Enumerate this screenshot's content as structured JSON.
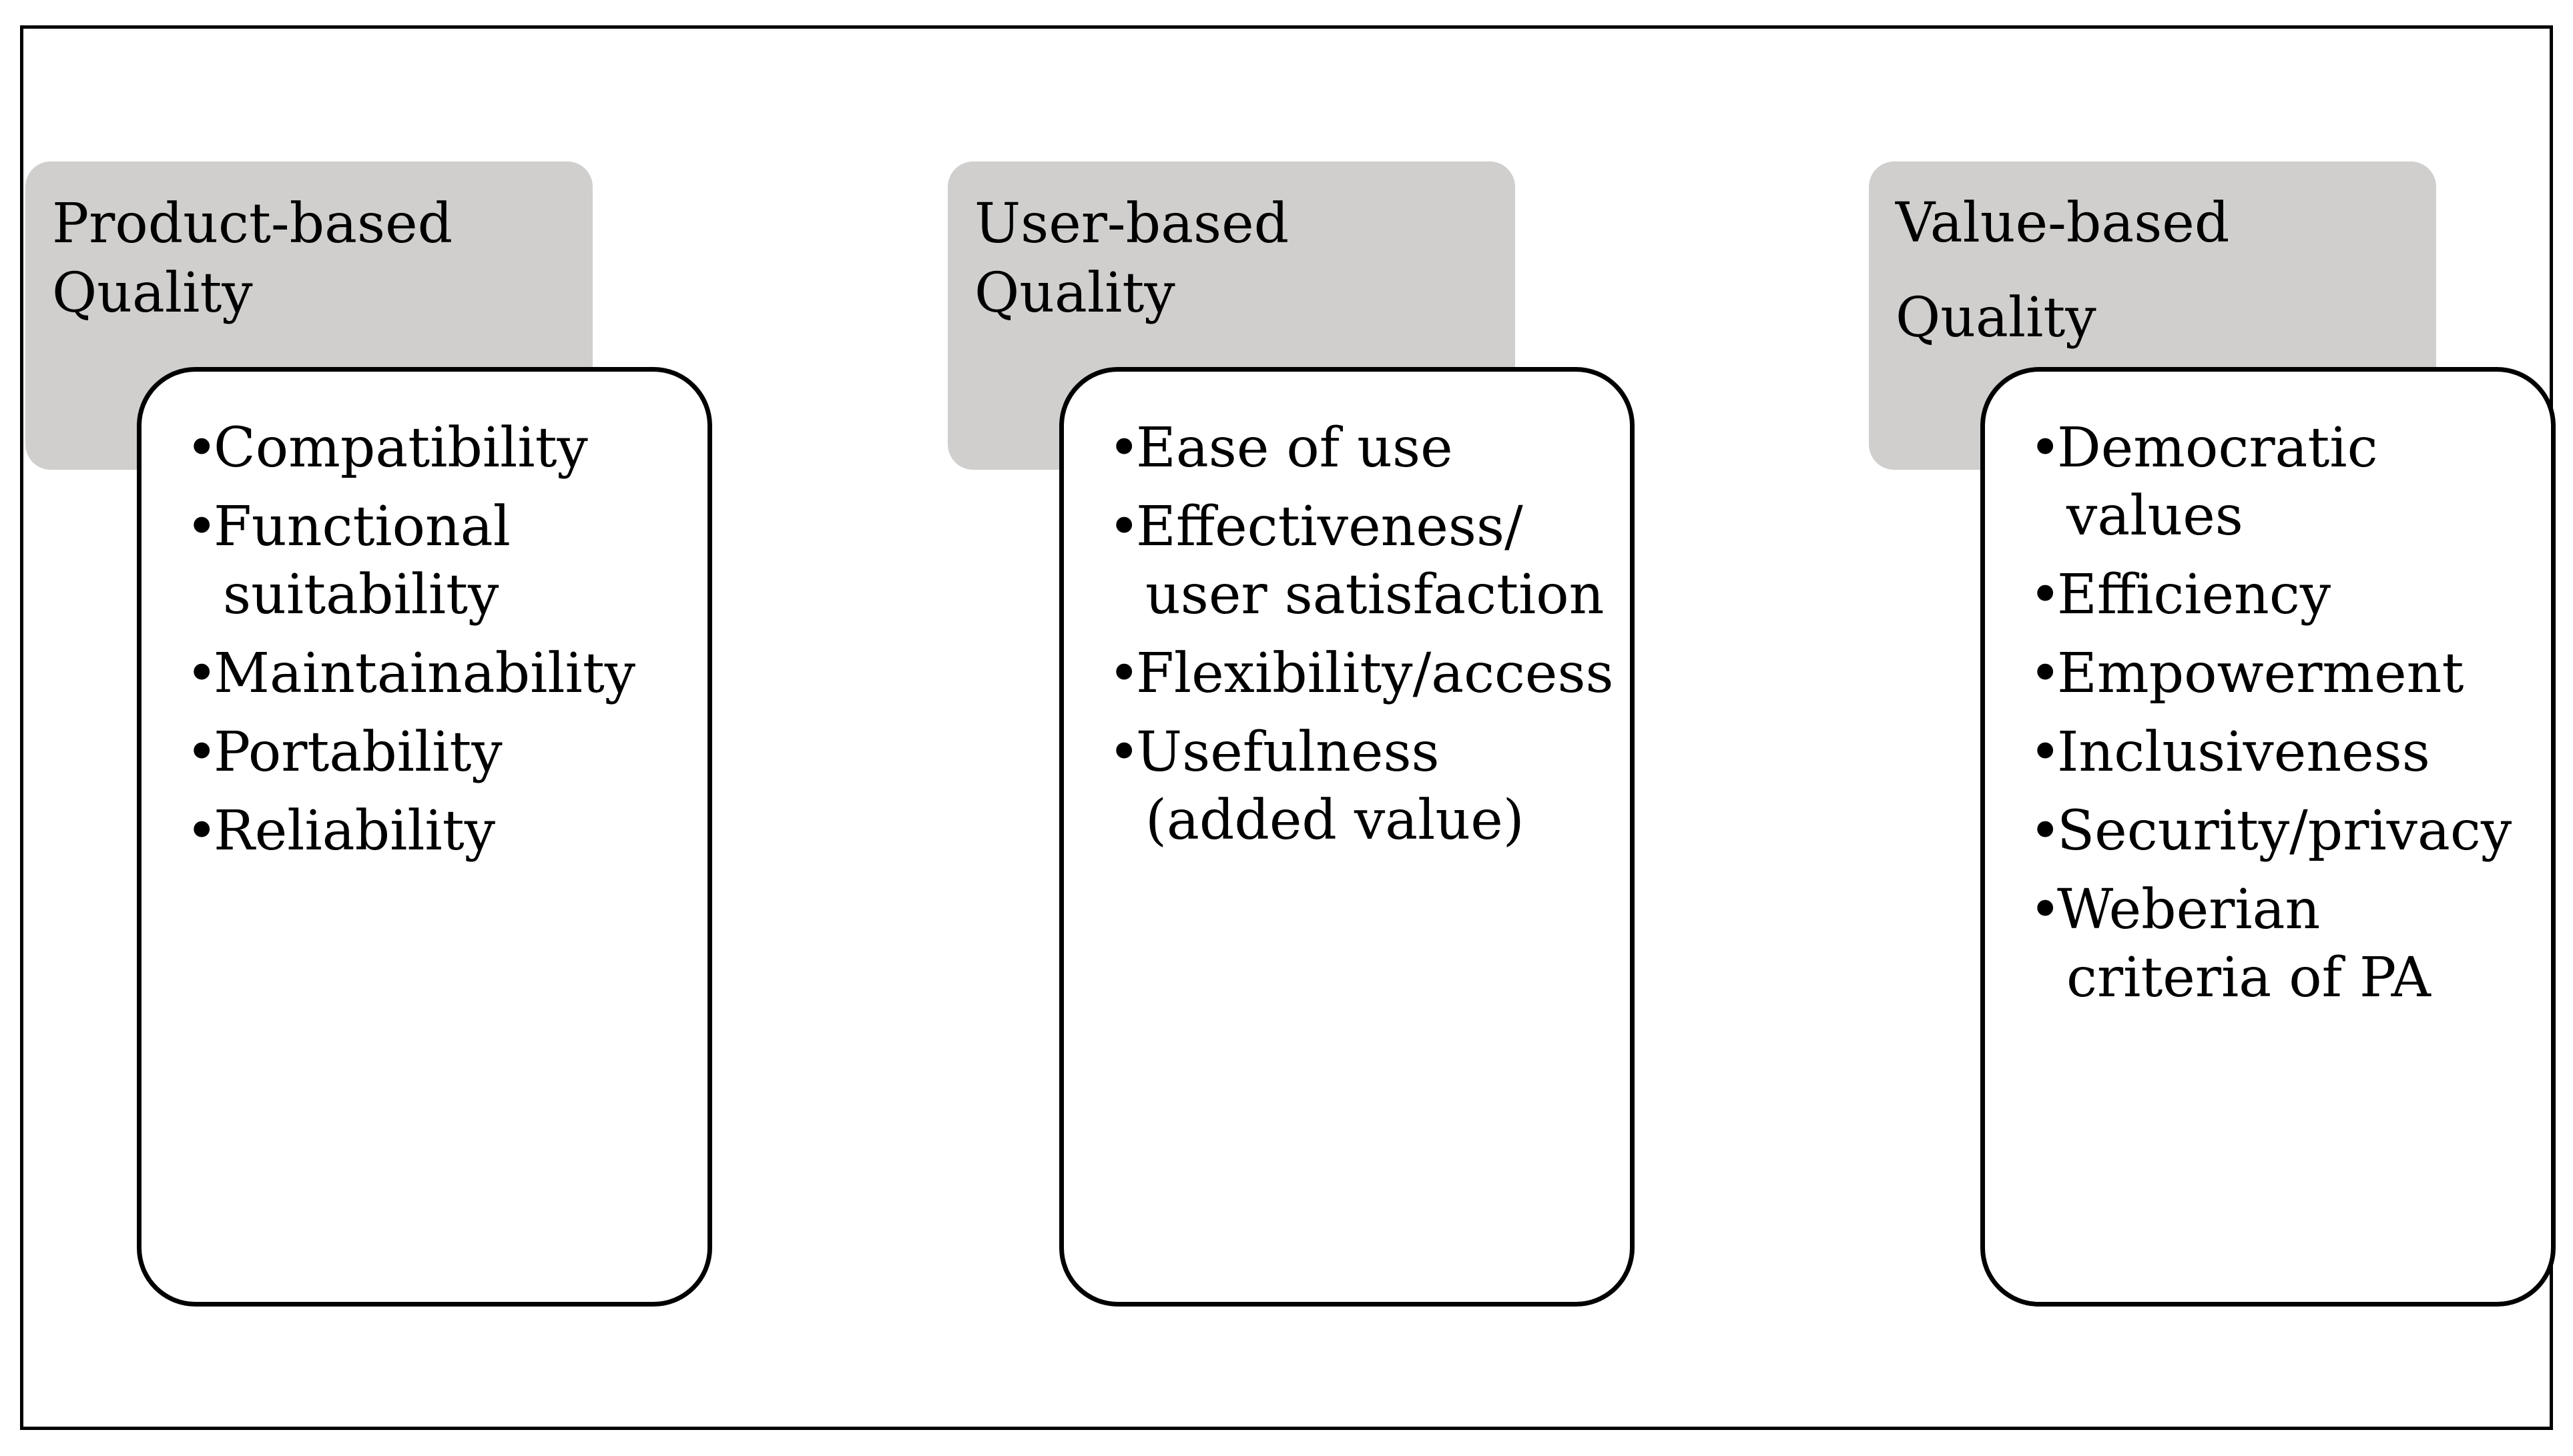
{
  "columns": [
    {
      "header": [
        "Product-based",
        "Quality"
      ],
      "items": [
        "Compatibility",
        "Functional suitability",
        "Maintainability",
        "Portability",
        "Reliability"
      ]
    },
    {
      "header": [
        "User-based Quality"
      ],
      "items": [
        "Ease of use",
        "Effectiveness/ user satisfaction",
        "Flexibility/access",
        "Usefulness (added value)"
      ]
    },
    {
      "header": [
        "Value-based",
        "Quality"
      ],
      "items": [
        "Democratic values",
        "Efficiency",
        "Empowerment",
        "Inclusiveness",
        "Security/privacy",
        "Weberian criteria of PA"
      ]
    }
  ],
  "bullet_glyph": "•",
  "colors": {
    "header_fill": "#d0cfce",
    "border": "#000000",
    "background": "#ffffff"
  }
}
